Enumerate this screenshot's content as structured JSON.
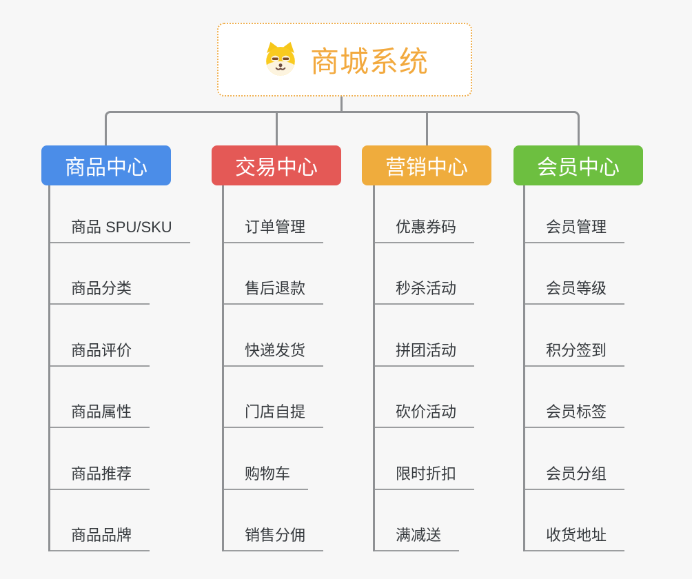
{
  "root": {
    "title": "商城系统",
    "icon": "dog-face-icon",
    "accent_color": "#F2A93E",
    "border_color": "#F0B050"
  },
  "branches": [
    {
      "label": "商品中心",
      "color": "#4B8DE8",
      "children": [
        "商品 SPU/SKU",
        "商品分类",
        "商品评价",
        "商品属性",
        "商品推荐",
        "商品品牌"
      ]
    },
    {
      "label": "交易中心",
      "color": "#E45956",
      "children": [
        "订单管理",
        "售后退款",
        "快递发货",
        "门店自提",
        "购物车",
        "销售分佣"
      ]
    },
    {
      "label": "营销中心",
      "color": "#EFAC3D",
      "children": [
        "优惠券码",
        "秒杀活动",
        "拼团活动",
        "砍价活动",
        "限时折扣",
        "满减送"
      ]
    },
    {
      "label": "会员中心",
      "color": "#6DBF40",
      "children": [
        "会员管理",
        "会员等级",
        "积分签到",
        "会员标签",
        "会员分组",
        "收货地址"
      ]
    }
  ],
  "canvas": {
    "background": "#F7F7F7",
    "connector_color": "#8F9194",
    "leaf_underline_color": "#9C9EA0",
    "leaf_text_color": "#35393D"
  }
}
